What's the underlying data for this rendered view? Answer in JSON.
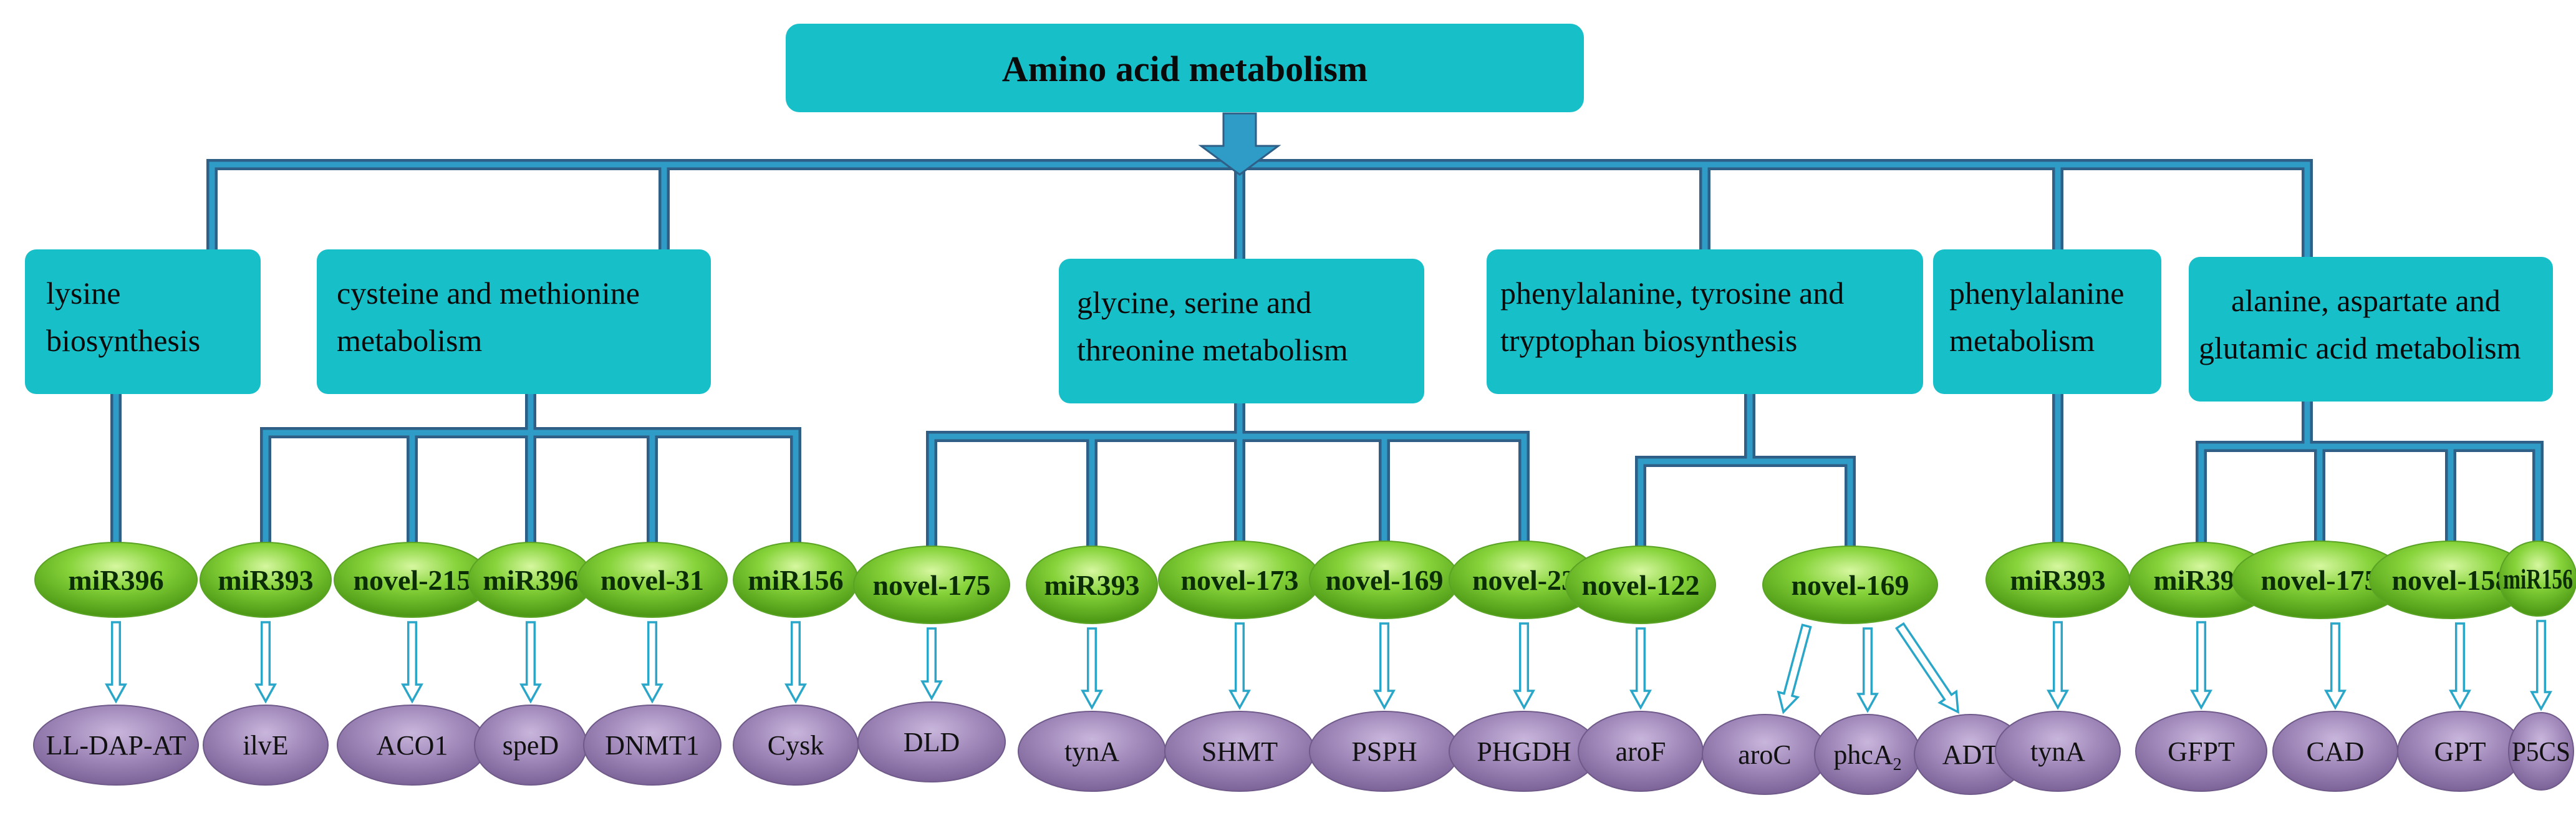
{
  "title": "Amino acid metabolism",
  "categories": [
    {
      "lines": [
        "lysine",
        "biosynthesis"
      ]
    },
    {
      "lines": [
        "cysteine and methionine",
        "metabolism"
      ]
    },
    {
      "lines": [
        "glycine, serine and",
        "threonine metabolism"
      ]
    },
    {
      "lines": [
        "phenylalanine, tyrosine and",
        "tryptophan biosynthesis"
      ]
    },
    {
      "lines": [
        "phenylalanine",
        "metabolism"
      ]
    },
    {
      "lines": [
        "alanine, aspartate and",
        "glutamic acid metabolism"
      ]
    }
  ],
  "mirnas": [
    {
      "label": "miR396"
    },
    {
      "label": "miR393"
    },
    {
      "label": "novel-215"
    },
    {
      "label": "miR396"
    },
    {
      "label": "novel-31"
    },
    {
      "label": "miR156"
    },
    {
      "label": "novel-175"
    },
    {
      "label": "miR393"
    },
    {
      "label": "novel-173"
    },
    {
      "label": "novel-169"
    },
    {
      "label": "novel-23"
    },
    {
      "label": "novel-122"
    },
    {
      "label": "novel-169"
    },
    {
      "label": "miR393"
    },
    {
      "label": "miR393"
    },
    {
      "label": "novel-175"
    },
    {
      "label": "novel-158"
    },
    {
      "label": "miR156"
    }
  ],
  "genes": [
    {
      "label": "LL-DAP-AT"
    },
    {
      "label": "ilvE"
    },
    {
      "label": "ACO1"
    },
    {
      "label": "speD"
    },
    {
      "label": "DNMT1"
    },
    {
      "label": "Cysk"
    },
    {
      "label": "DLD"
    },
    {
      "label": "tynA"
    },
    {
      "label": "SHMT"
    },
    {
      "label": "PSPH"
    },
    {
      "label": "PHGDH"
    },
    {
      "label": "aroF"
    },
    {
      "label": "aroC"
    },
    {
      "label": "phcA",
      "sub": "2"
    },
    {
      "label": "ADT"
    },
    {
      "label": "tynA"
    },
    {
      "label": "GFPT"
    },
    {
      "label": "CAD"
    },
    {
      "label": "GPT"
    },
    {
      "label": "P5CS"
    }
  ]
}
